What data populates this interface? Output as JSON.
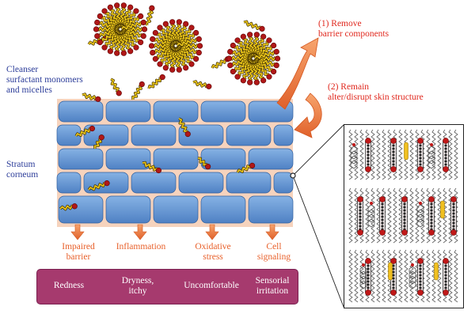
{
  "labels": {
    "cleanser_line1": "Cleanser",
    "cleanser_line2": "surfactant monomers",
    "cleanser_line3": "and micelles",
    "stratum_line1": "Stratum",
    "stratum_line2": "corneum",
    "remove_line1": "(1) Remove",
    "remove_line2": "barrier components",
    "remain_line1": "(2) Remain",
    "remain_line2": "alter/disrupt skin structure"
  },
  "effects": [
    {
      "line1": "Impaired",
      "line2": "barrier"
    },
    {
      "line1": "Inflammation",
      "line2": ""
    },
    {
      "line1": "Oxidative",
      "line2": "stress"
    },
    {
      "line1": "Cell",
      "line2": "signaling"
    }
  ],
  "symptoms": [
    {
      "line1": "Redness",
      "line2": ""
    },
    {
      "line1": "Dryness,",
      "line2": "itchy"
    },
    {
      "line1": "Uncomfortable",
      "line2": ""
    },
    {
      "line1": "Sensorial",
      "line2": "irritation"
    }
  ],
  "colors": {
    "corneocyte": "#6a9ad6",
    "lipid_matrix": "#f6d3bd",
    "surfactant_tail": "#e6c21a",
    "surfactant_head": "#b01818",
    "arrow_orange": "#ee7a3c",
    "symptom_box": "#a63a6e"
  }
}
